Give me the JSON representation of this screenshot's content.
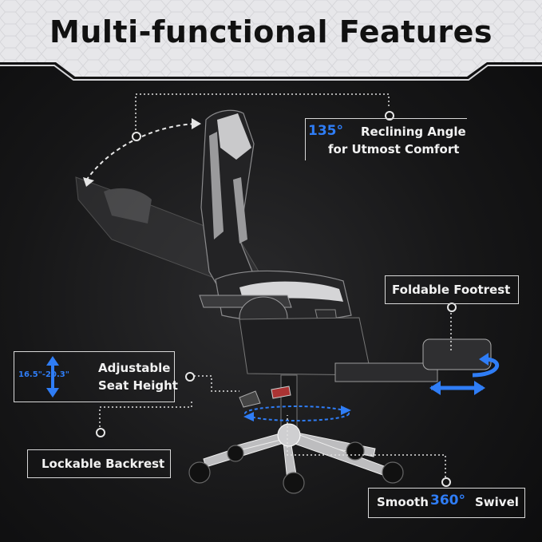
{
  "title": "Multi-functional Features",
  "callouts": {
    "recline": {
      "value": "135°",
      "line1": "Reclining Angle",
      "line2": "for Utmost Comfort"
    },
    "footrest": {
      "label": "Foldable Footrest"
    },
    "height": {
      "range": "16.5\"-20.3\"",
      "line1": "Adjustable",
      "line2": "Seat Height"
    },
    "backrest": {
      "label": "Lockable Backrest"
    },
    "swivel": {
      "prefix": "Smooth",
      "value": "360°",
      "suffix": "Swivel"
    }
  },
  "colors": {
    "accent": "#2f7df6",
    "header_bg": "#e7e7ea",
    "background": "#151516"
  }
}
